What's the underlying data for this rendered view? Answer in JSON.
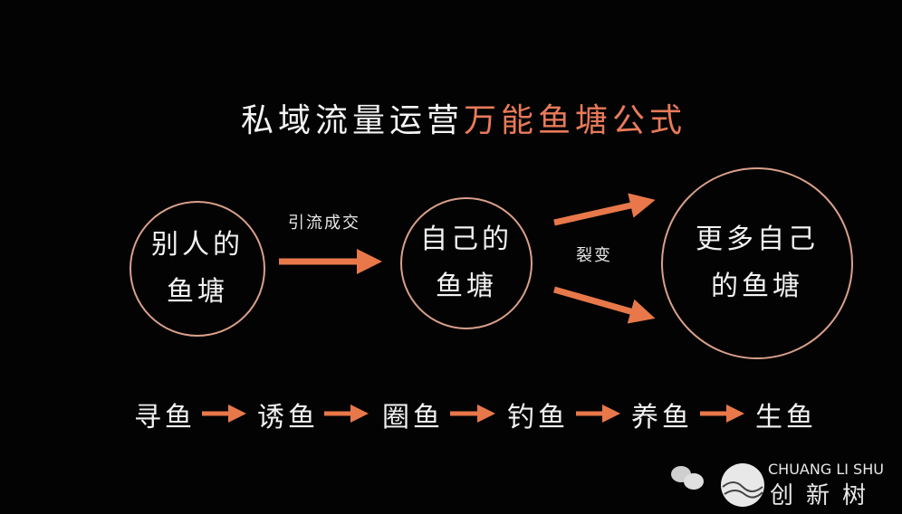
{
  "title": {
    "white": "私域流量运营",
    "orange": "万能鱼塘公式"
  },
  "colors": {
    "accent": "#e8784a",
    "title_accent": "#e87a5a",
    "background": "#030303"
  },
  "circles": [
    {
      "line1": "别人的",
      "line2": "鱼塘"
    },
    {
      "line1": "自己的",
      "line2": "鱼塘"
    },
    {
      "line1": "更多自己",
      "line2": "的鱼塘"
    }
  ],
  "arrow_labels": {
    "convert": "引流成交",
    "fission": "裂变"
  },
  "steps": [
    "寻鱼",
    "诱鱼",
    "圈鱼",
    "钓鱼",
    "养鱼",
    "生鱼"
  ],
  "watermark": {
    "text_en": "CHUANG LI SHU",
    "text_cn": "创新树"
  }
}
